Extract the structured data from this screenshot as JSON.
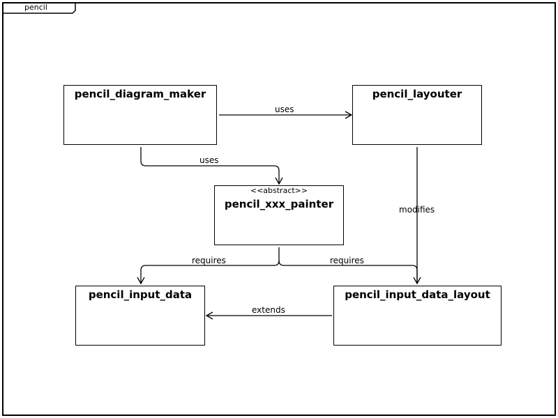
{
  "package": {
    "name": "pencil"
  },
  "components": {
    "diagram_maker": {
      "name": "pencil_diagram_maker"
    },
    "layouter": {
      "name": "pencil_layouter"
    },
    "painter": {
      "stereotype": "<<abstract>>",
      "name": "pencil_xxx_painter"
    },
    "input_data": {
      "name": "pencil_input_data"
    },
    "input_data_layout": {
      "name": "pencil_input_data_layout"
    }
  },
  "relations": {
    "maker_uses_layouter": "uses",
    "maker_uses_painter": "uses",
    "layouter_modifies_layout": "modifies",
    "painter_requires_input_data": "requires",
    "painter_requires_layout": "requires",
    "layout_extends_input_data": "extends"
  }
}
